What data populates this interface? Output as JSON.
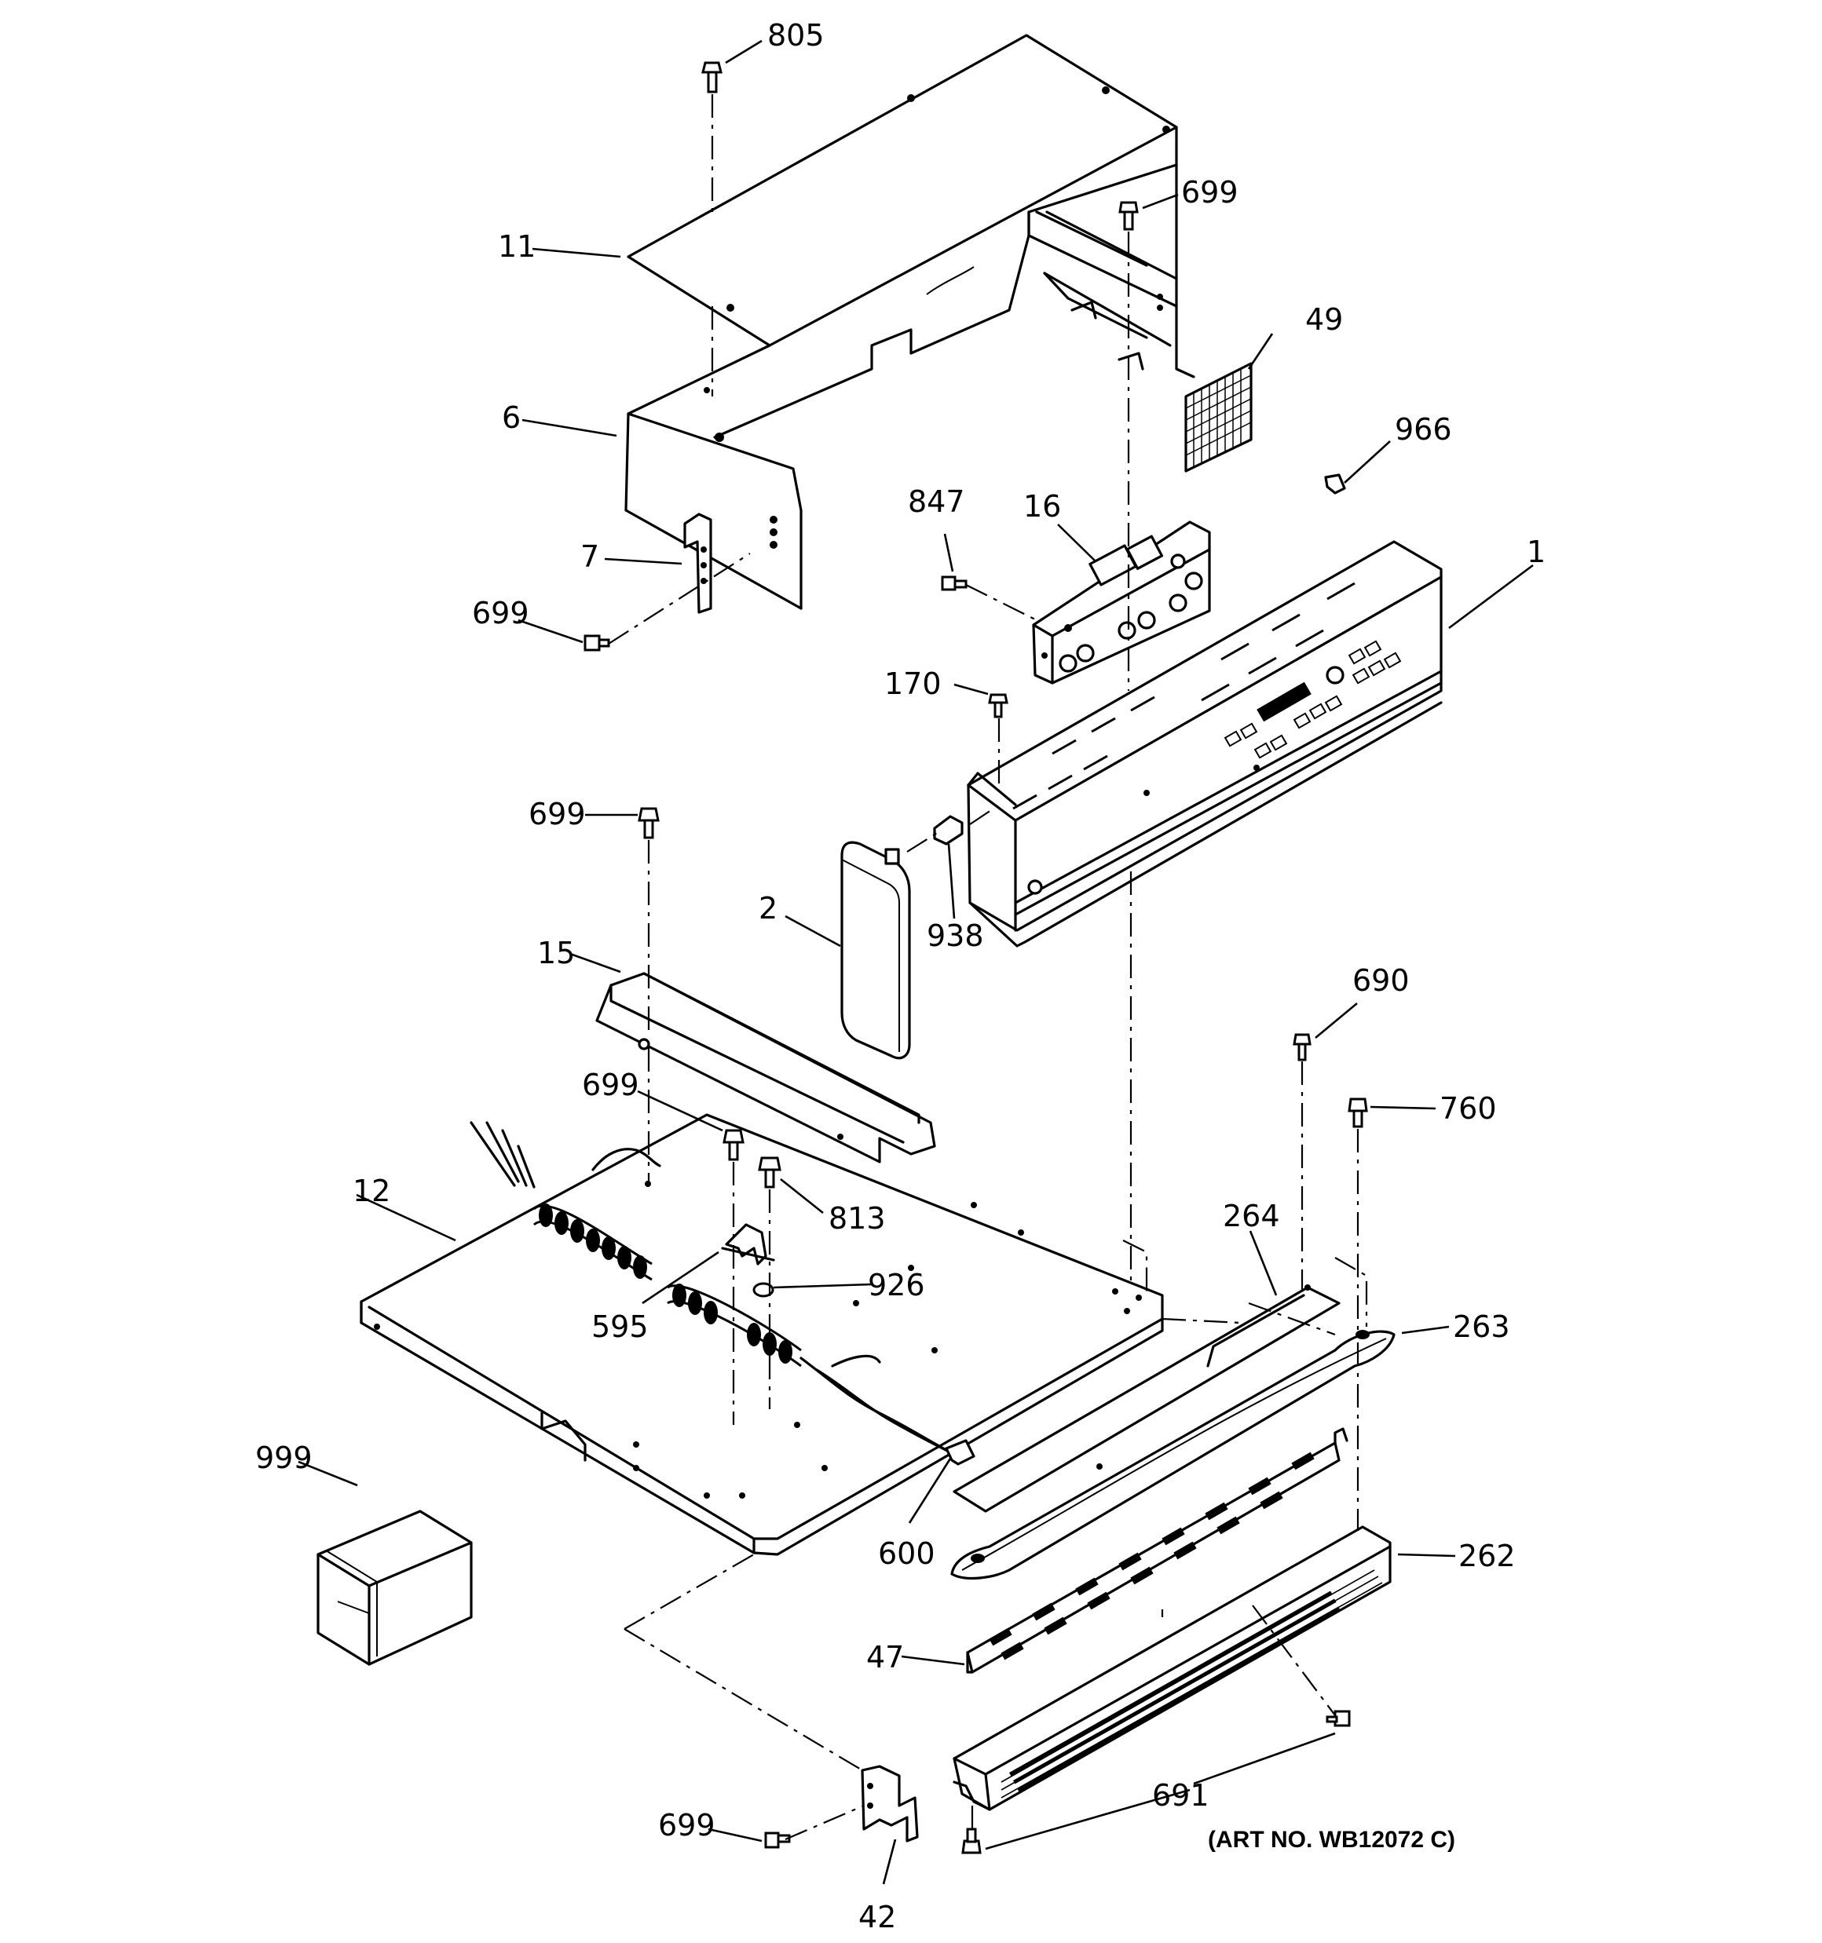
{
  "diagram": {
    "art_number": "(ART NO. WB12072 C)",
    "callouts": {
      "c805": "805",
      "c699_top": "699",
      "c11": "11",
      "c49": "49",
      "c6": "6",
      "c966": "966",
      "c847": "847",
      "c16": "16",
      "c1": "1",
      "c7": "7",
      "c699_left": "699",
      "c170": "170",
      "c699_mid": "699",
      "c2": "2",
      "c938": "938",
      "c15": "15",
      "c690": "690",
      "c699_lower": "699",
      "c760": "760",
      "c12": "12",
      "c813": "813",
      "c264": "264",
      "c926": "926",
      "c595": "595",
      "c263": "263",
      "c999": "999",
      "c600": "600",
      "c262": "262",
      "c47": "47",
      "c691": "691",
      "c699_bottom": "699",
      "c42": "42"
    }
  }
}
